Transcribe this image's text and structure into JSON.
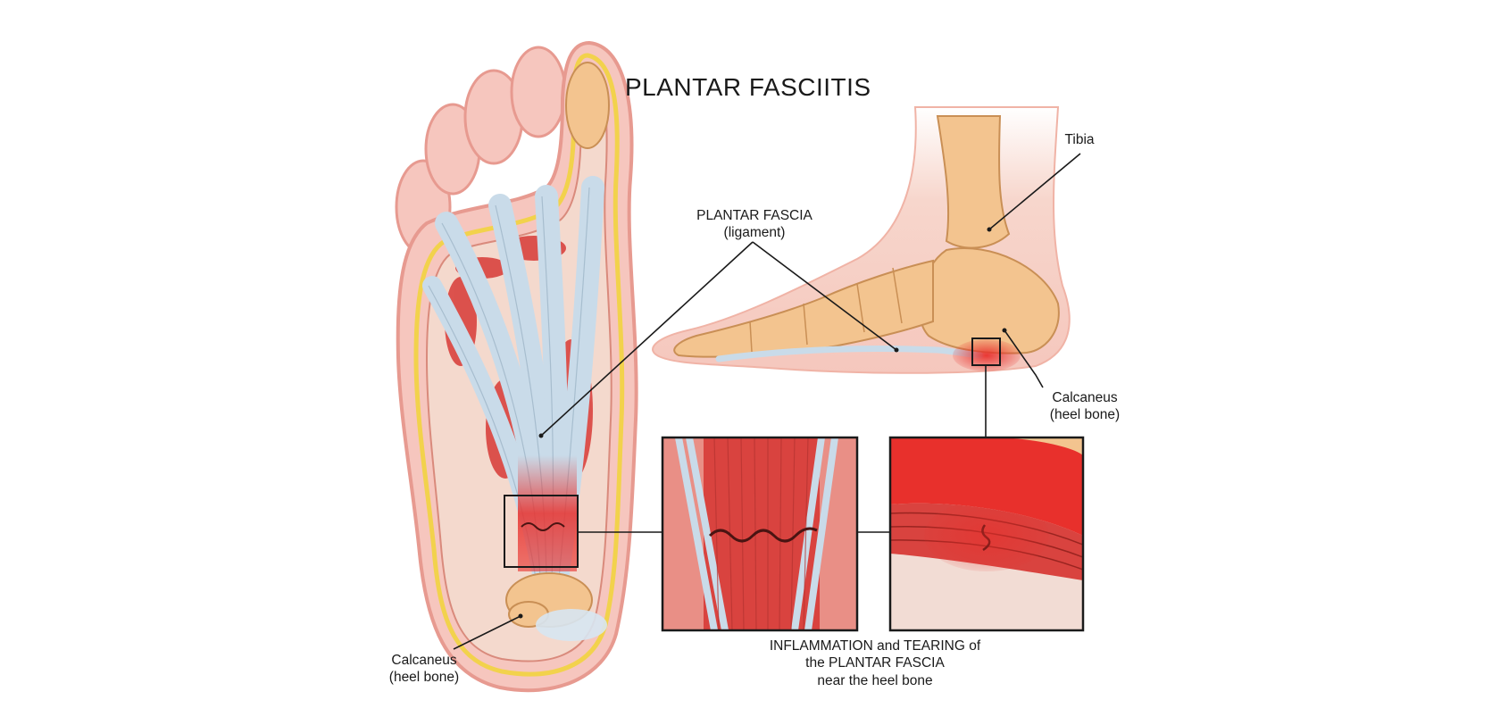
{
  "title": "PLANTAR FASCIITIS",
  "labels": {
    "plantar_fascia": "PLANTAR FASCIA",
    "plantar_fascia_sub": "(ligament)",
    "tibia": "Tibia",
    "calcaneus_side": "Calcaneus",
    "calcaneus_side_sub": "(heel bone)",
    "calcaneus_bottom": "Calcaneus",
    "calcaneus_bottom_sub": "(heel bone)",
    "caption_line1": "INFLAMMATION and TEARING of",
    "caption_line2": "the PLANTAR FASCIA",
    "caption_line3": "near the heel bone"
  },
  "colors": {
    "skin": "#f6c9c2",
    "skin_edge": "#e79a90",
    "fat": "#f2d24c",
    "fascia": "#c9dbe9",
    "muscle": "#d9433f",
    "bone": "#f3c48f",
    "inflammation": "#e8302c",
    "line": "#1a1a1a"
  }
}
